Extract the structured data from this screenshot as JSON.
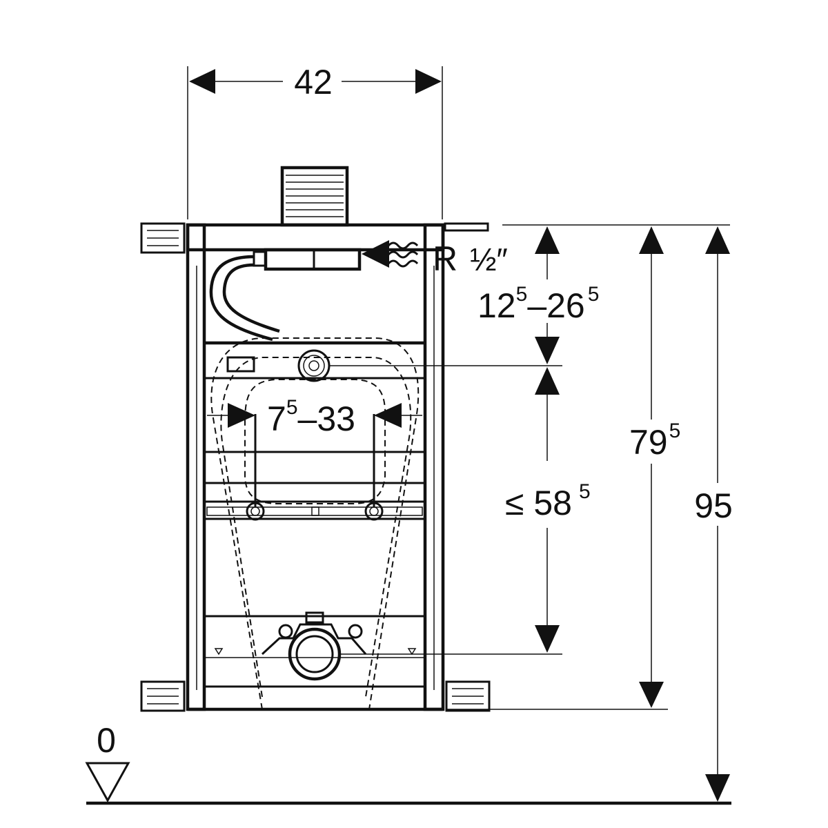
{
  "colors": {
    "ink": "#111111",
    "paper": "#ffffff"
  },
  "dimensions": {
    "width": {
      "value": "42"
    },
    "connection": {
      "prefix": "R",
      "value": "½″"
    },
    "supply_range": {
      "min_base": "12",
      "min_sup": "5",
      "sep": "–",
      "max_base": "26",
      "max_sup": "5"
    },
    "fixing_range": {
      "min_base": "7",
      "min_sup": "5",
      "sep": "–",
      "max": "33"
    },
    "outlet_height": {
      "prefix": "≤ 58",
      "sup": "5"
    },
    "frame_height": {
      "base": "79",
      "sup": "5"
    },
    "total_height": {
      "value": "95"
    },
    "floor_level": {
      "value": "0"
    }
  }
}
